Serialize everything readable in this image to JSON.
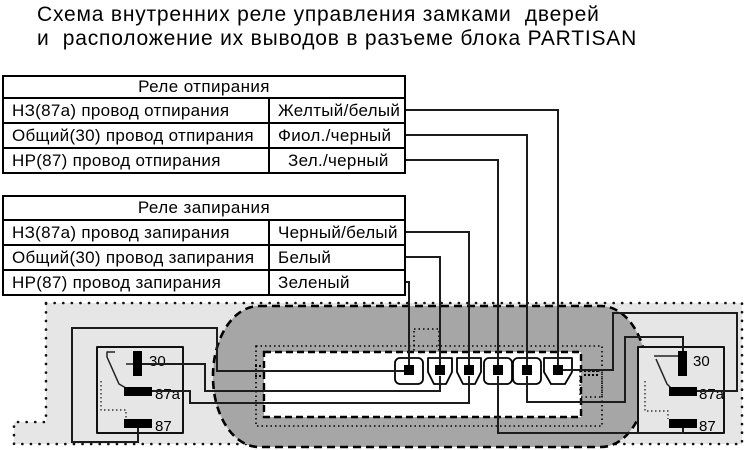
{
  "title": {
    "line1": "Схема внутренних реле управления замками  дверей",
    "line2": "и  расположение их выводов в разъеме блока PARTISAN"
  },
  "tables": {
    "unlock": {
      "header": "Реле отпирания",
      "rows": [
        {
          "label": "НЗ(87а) провод отпирания",
          "color": "Желтый/белый"
        },
        {
          "label": "Общий(30) провод отпирания",
          "color": "Фиол./черный"
        },
        {
          "label": "НР(87) провод отпирания",
          "color": "Зел./черный"
        }
      ]
    },
    "lock": {
      "header": "Реле запирания",
      "rows": [
        {
          "label": "НЗ(87а) провод запирания",
          "color": "Черный/белый"
        },
        {
          "label": "Общий(30) провод запирания",
          "color": "Белый"
        },
        {
          "label": "НР(87) провод запирания",
          "color": "Зеленый"
        }
      ]
    }
  },
  "relay_pins": {
    "p30": "30",
    "p87a": "87а",
    "p87": "87"
  },
  "connector": {
    "pin_count": 6
  },
  "colors": {
    "page_bg": "#ffffff",
    "block_fill": "#e6e6e6",
    "harness_fill": "#a6a6a6",
    "line": "#1c1c1c",
    "text": "#000000"
  }
}
